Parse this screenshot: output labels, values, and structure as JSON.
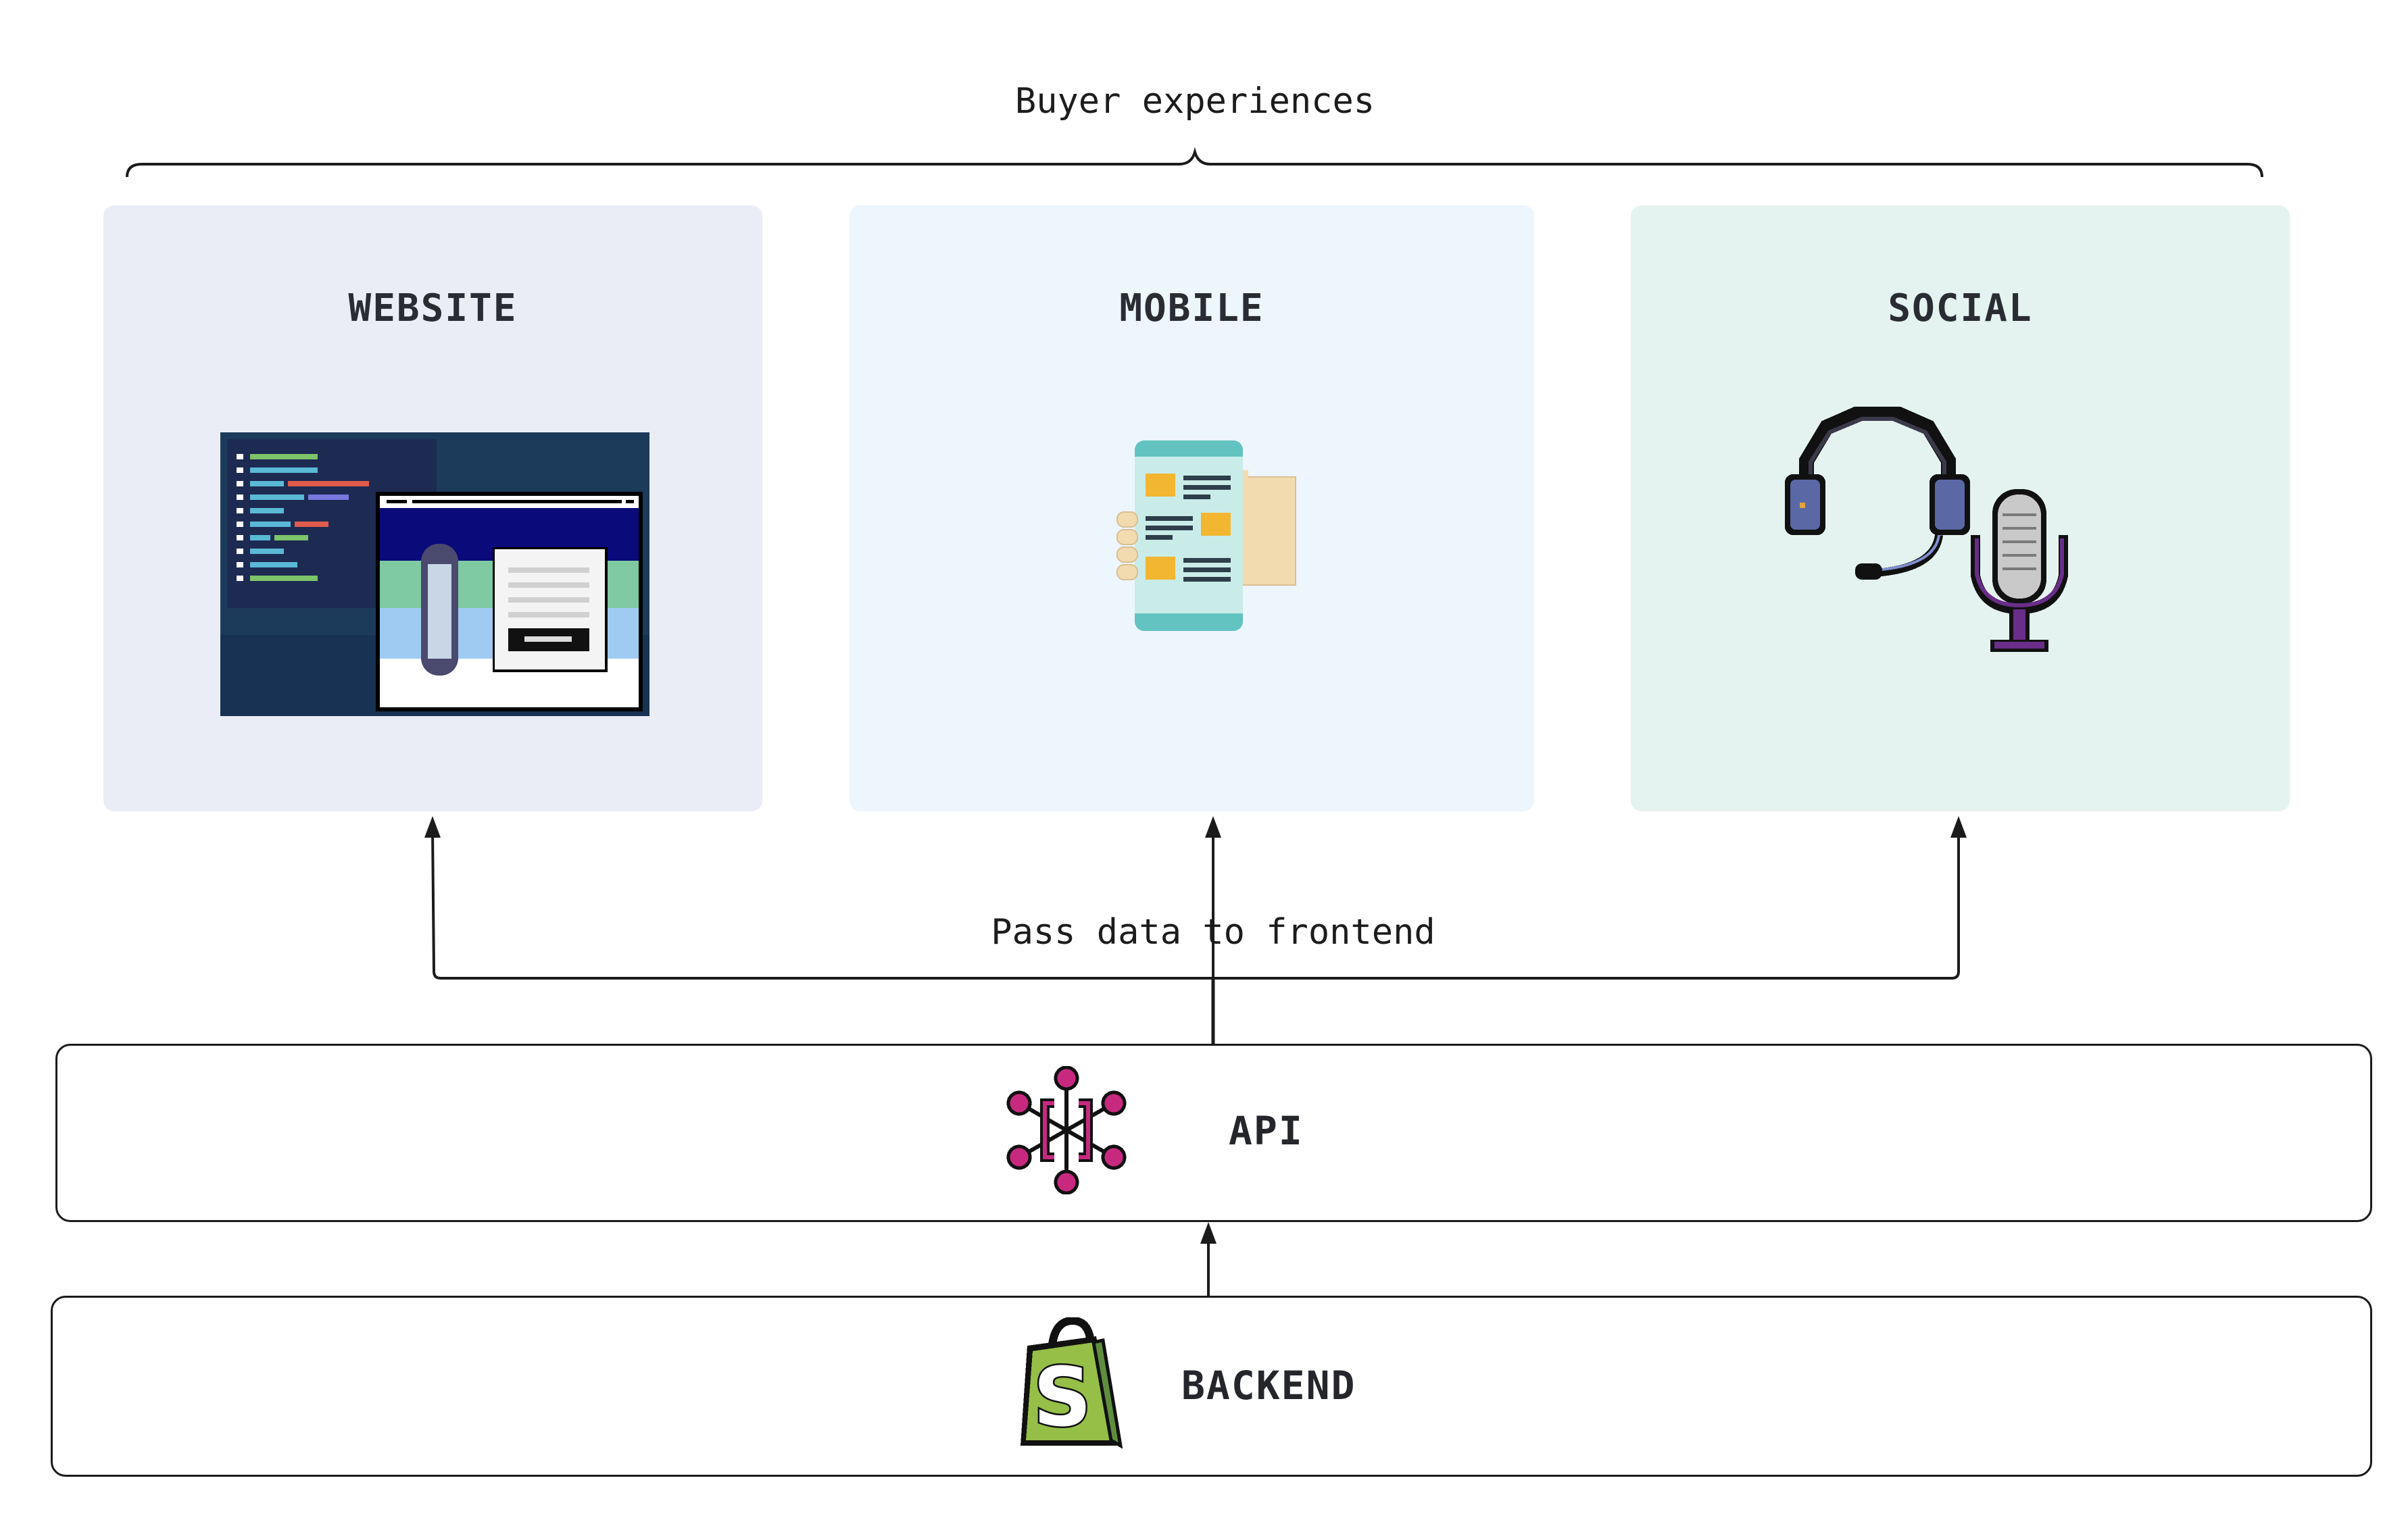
{
  "header": {
    "label": "Buyer experiences"
  },
  "channels": [
    {
      "id": "website",
      "title": "WEBSITE",
      "icon": "website-browser-code-icon",
      "bg": "#eaedf6"
    },
    {
      "id": "mobile",
      "title": "MOBILE",
      "icon": "mobile-phone-hand-icon",
      "bg": "#edf5fd"
    },
    {
      "id": "social",
      "title": "SOCIAL",
      "icon": "headset-microphone-icon",
      "bg": "#e4f3ef"
    }
  ],
  "connector_label": "Pass data to frontend",
  "api": {
    "label": "API",
    "icon": "api-network-icon",
    "accent": "#c7297f"
  },
  "backend": {
    "label": "BACKEND",
    "icon": "shopify-bag-icon",
    "accent": "#95bf47"
  }
}
